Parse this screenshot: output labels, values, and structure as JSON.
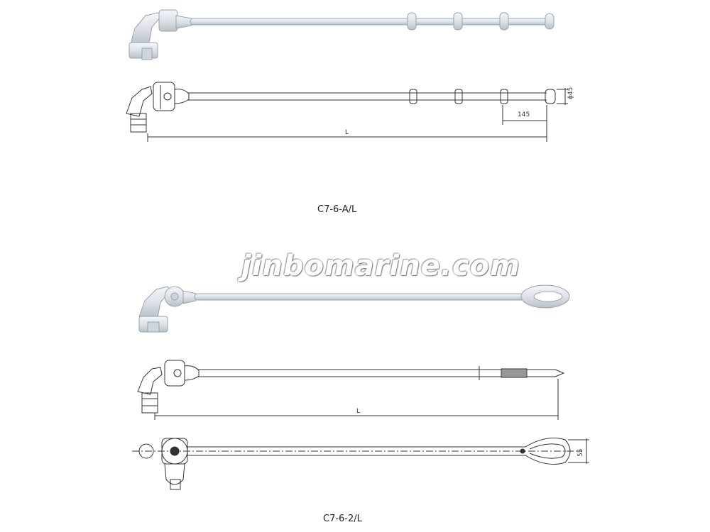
{
  "watermark": "jinbomarine.com",
  "top_caption": "C7-6-A/L",
  "bottom_caption": "C7-6-2/L",
  "dimensions": {
    "top_length": "L",
    "top_spacing": "145",
    "top_diameter": "ϕ45",
    "mid_length": "L",
    "eye_width": "55"
  },
  "colors": {
    "part_fill": "#e4e8ee",
    "part_stroke": "#9aa3ad",
    "line": "#333333"
  }
}
